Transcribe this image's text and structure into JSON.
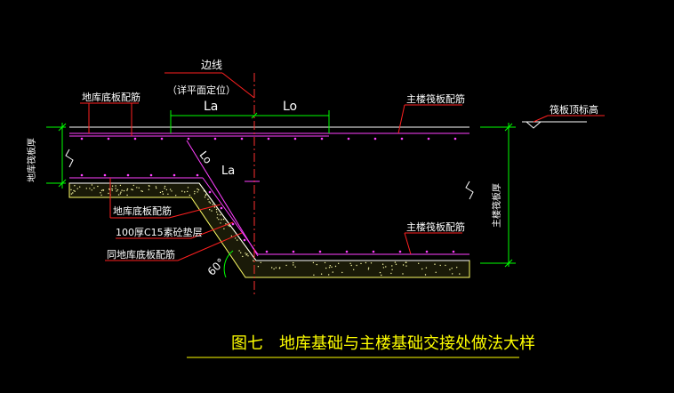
{
  "title": "图七　地库基础与主楼基础交接处做法大样",
  "labels": {
    "side_line": "边线",
    "side_line_note": "（详平面定位）",
    "la_top": "La",
    "lo_top": "Lo",
    "lo_diag": "Lo",
    "la_diag": "La",
    "basement_slab_rebar_top": "地库底板配筋",
    "main_raft_rebar_top": "主楼筏板配筋",
    "raft_top_elev": "筏板顶标高",
    "basement_slab_thickness": "地库筏板厚",
    "main_raft_thickness": "主楼筏板厚",
    "basement_slab_rebar_mid": "地库底板配筋",
    "c15_cushion": "100厚C15素砼垫层",
    "main_raft_rebar_bottom": "主楼筏板配筋",
    "same_basement_rebar": "同地库底板配筋",
    "angle": "60°"
  },
  "colors": {
    "background": "#000000",
    "structure": "#ffffff",
    "rebar": "#ff40ff",
    "dimension": "#00ff00",
    "leader": "#ff0000",
    "text": "#ffffff",
    "text_yellow": "#ffff00",
    "title": "#ffff00",
    "cushion": "#ffff66",
    "axis": "#ff0000"
  }
}
